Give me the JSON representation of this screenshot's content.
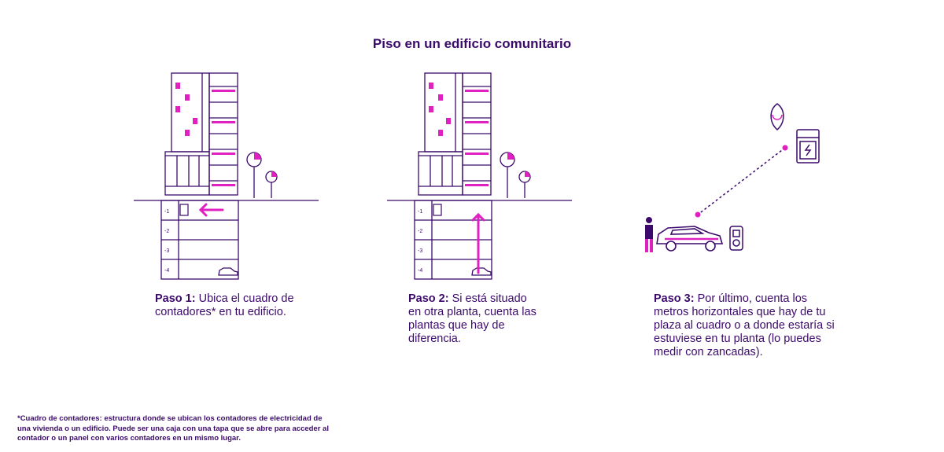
{
  "title": "Piso en un edificio comunitario",
  "colors": {
    "purple": "#3b0a6b",
    "magenta": "#e020c0"
  },
  "floors": [
    "-1",
    "-2",
    "-3",
    "-4"
  ],
  "steps": [
    {
      "label": "Paso 1:",
      "text": "Ubica el cuadro de contadores* en tu edificio."
    },
    {
      "label": "Paso 2:",
      "text": "Si está situado en otra planta, cuenta las plantas que hay de diferencia."
    },
    {
      "label": "Paso 3:",
      "text": "Por último, cuenta los metros horizontales que hay de tu plaza al cuadro o a donde estaría si estuviese en tu planta (lo puedes medir con zancadas)."
    }
  ],
  "footnote": "*Cuadro de contadores: estructura donde se ubican los contadores de electricidad de una vivienda o un edificio. Puede ser una caja con una tapa que se abre para acceder al contador o un panel con varios contadores en un mismo lugar."
}
